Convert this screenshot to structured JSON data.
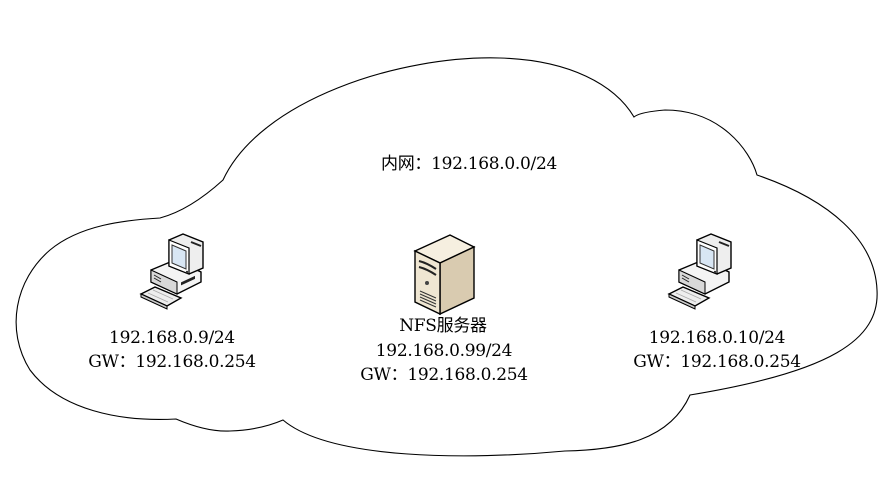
{
  "network": {
    "label": "内网：192.168.0.0/24"
  },
  "nodes": [
    {
      "type": "workstation",
      "icon": "desktop-computer-icon",
      "ip": "192.168.0.9/24",
      "gateway": "GW：192.168.0.254"
    },
    {
      "type": "server",
      "icon": "server-tower-icon",
      "name": "NFS服务器",
      "ip": "192.168.0.99/24",
      "gateway": "GW：192.168.0.254"
    },
    {
      "type": "workstation",
      "icon": "desktop-computer-icon",
      "ip": "192.168.0.10/24",
      "gateway": "GW：192.168.0.254"
    }
  ],
  "colors": {
    "outline": "#000000",
    "server_body": "#e8dcc4",
    "monitor_screen": "#dce8f4"
  }
}
